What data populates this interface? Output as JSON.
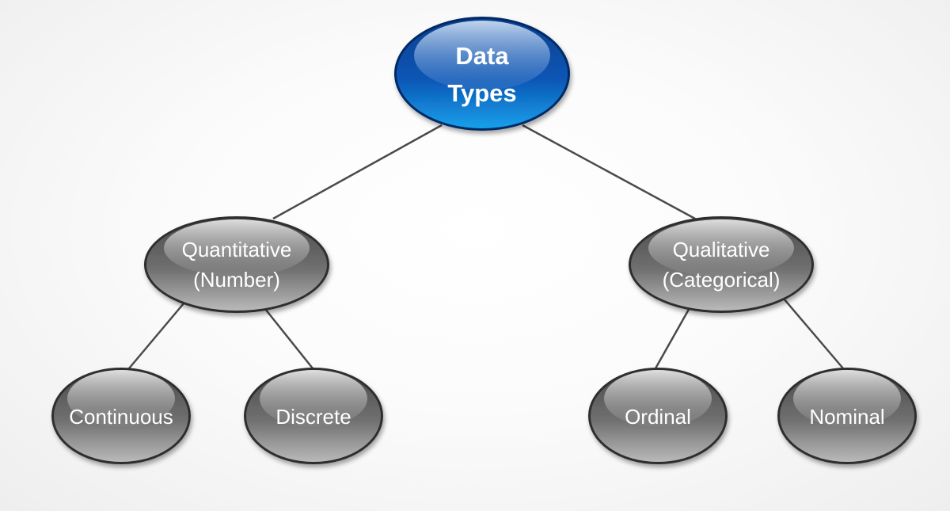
{
  "root": {
    "lines": [
      "Data",
      "Types"
    ],
    "color": "#0a4fa8"
  },
  "branches": [
    {
      "lines": [
        "Quantitative",
        "(Number)"
      ],
      "children": [
        "Continuous",
        "Discrete"
      ]
    },
    {
      "lines": [
        "Qualitative",
        "(Categorical)"
      ],
      "children": [
        "Ordinal",
        "Nominal"
      ]
    }
  ],
  "colors": {
    "node_gray": "#6f6f6f",
    "node_blue": "#0a4fa8",
    "connector": "#4a4a4a"
  }
}
